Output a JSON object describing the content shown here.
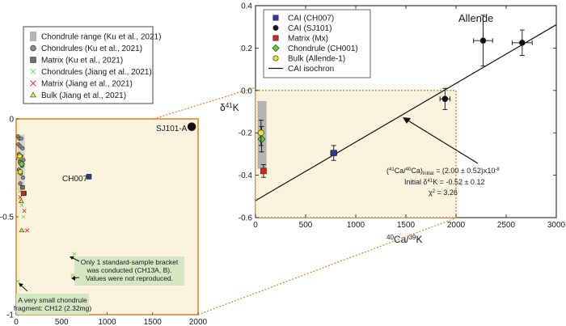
{
  "chart_data": [
    {
      "type": "scatter",
      "title": "Allende",
      "xlabel_base": "Ca/",
      "xlabel_sup1": "40",
      "xlabel_sup2": "39",
      "xlabel_end": "K",
      "ylabel_sup": "41",
      "ylabel_main": "δ",
      "ylabel_end": "K",
      "xlim": [
        0,
        3000
      ],
      "ylim": [
        -0.6,
        0.4
      ],
      "xticks": [
        0,
        500,
        1000,
        1500,
        2000,
        2500,
        3000
      ],
      "yticks": [
        -0.6,
        -0.4,
        -0.2,
        0.0,
        0.2,
        0.4
      ],
      "xtick_labels": [
        "0",
        "500",
        "1000",
        "1500",
        "2000",
        "2500",
        "3000"
      ],
      "ytick_labels": [
        "-0.6",
        "-0.4",
        "-0.2",
        "0.0",
        "0.2",
        "0.4"
      ],
      "legend": [
        {
          "label": "CAI (CH007)",
          "marker": "square",
          "color": "#2b3a9e"
        },
        {
          "label": "CAI (SJ101)",
          "marker": "circle",
          "color": "#111111"
        },
        {
          "label": "Matrix (Mx)",
          "marker": "square",
          "color": "#d0281f"
        },
        {
          "label": "Chondrule (CH001)",
          "marker": "diamond",
          "color": "#5fcf3a"
        },
        {
          "label": "Bulk (Allende-1)",
          "marker": "circle",
          "color": "#e8e82a"
        },
        {
          "label": "CAI isochron",
          "marker": "line",
          "color": "#111111"
        }
      ],
      "series": [
        {
          "name": "CAI (CH007)",
          "points": [
            {
              "x": 780,
              "y": -0.295,
              "xerr": 30,
              "yerr": 0.035
            }
          ]
        },
        {
          "name": "CAI (SJ101)",
          "points": [
            {
              "x": 1890,
              "y": -0.04,
              "xerr": 50,
              "yerr": 0.05
            },
            {
              "x": 2270,
              "y": 0.235,
              "xerr": 95,
              "yerr": 0.12
            },
            {
              "x": 2660,
              "y": 0.225,
              "xerr": 100,
              "yerr": 0.06
            }
          ]
        },
        {
          "name": "Matrix (Mx)",
          "points": [
            {
              "x": 80,
              "y": -0.38,
              "xerr": 25,
              "yerr": 0.03
            }
          ]
        },
        {
          "name": "Chondrule (CH001)",
          "points": [
            {
              "x": 60,
              "y": -0.23,
              "xerr": 15,
              "yerr": 0.06
            }
          ]
        },
        {
          "name": "Bulk (Allende-1)",
          "points": [
            {
              "x": 55,
              "y": -0.2,
              "xerr": 10,
              "yerr": 0.06
            }
          ]
        }
      ],
      "isochron": {
        "x": [
          0,
          3000
        ],
        "y": [
          -0.52,
          0.31
        ]
      },
      "chondrule_range": {
        "x": [
          20,
          110
        ],
        "y": [
          -0.37,
          -0.05
        ]
      },
      "inset_box": {
        "x": [
          0,
          2000
        ],
        "y": [
          -0.6,
          0.0
        ]
      },
      "annotation_lines": [
        "(",
        "41",
        "Ca/",
        "40",
        "Ca)",
        "initial",
        " = (2.00 ± 0.52)x10",
        "-8"
      ],
      "annotation_line2_a": "Initial δ",
      "annotation_line2_sup": "41",
      "annotation_line2_b": "K = -0.52 ± 0.12",
      "annotation_line3": "χ",
      "annotation_line3_sup": "2",
      "annotation_line3_b": " = 3.26"
    },
    {
      "type": "scatter",
      "title": "",
      "xlim": [
        0,
        2000
      ],
      "ylim": [
        -1,
        0
      ],
      "xticks": [
        0,
        500,
        1000,
        1500,
        2000
      ],
      "yticks": [
        -1,
        -0.5,
        0
      ],
      "xtick_labels": [
        "0",
        "500",
        "1000",
        "1500",
        "2000"
      ],
      "ytick_labels": [
        "-1",
        "-0.5",
        "0"
      ],
      "legend": [
        {
          "label": "Chondrule range (Ku et al., 2021)",
          "marker": "range",
          "color": "#b5b5b5"
        },
        {
          "label": "Chondrules (Ku et al., 2021)",
          "marker": "circle",
          "color": "#8a8a8a"
        },
        {
          "label": "Matrix (Ku et al., 2021)",
          "marker": "square",
          "color": "#6e6e6e"
        },
        {
          "label": "Chondrules (Jiang et al., 2021)",
          "marker": "x",
          "color": "#7ed957"
        },
        {
          "label": "Matrix (Jiang et al., 2021)",
          "marker": "x",
          "color": "#e03a3a"
        },
        {
          "label": "Bulk (Jiang et al., 2021)",
          "marker": "triangle",
          "color": "#e8e82a"
        }
      ],
      "labels": {
        "sj101": "SJ101-A",
        "ch007": "CH007"
      },
      "notes": {
        "a": [
          "Only 1 standard-sample bracket",
          "was conducted (CH13A, B).",
          "Values were not reproduced."
        ],
        "b": [
          "A very small chondrule",
          "fragment: CH12 (2.32mg)"
        ]
      },
      "points": {
        "sj101": {
          "x": 1930,
          "y": -0.04
        },
        "ch007": {
          "x": 800,
          "y": -0.295
        },
        "ku_chondrules": [
          {
            "x": 20,
            "y": -0.09
          },
          {
            "x": 35,
            "y": -0.1
          },
          {
            "x": 55,
            "y": -0.1
          },
          {
            "x": 25,
            "y": -0.13
          },
          {
            "x": 45,
            "y": -0.14
          },
          {
            "x": 70,
            "y": -0.15
          },
          {
            "x": 30,
            "y": -0.18
          },
          {
            "x": 55,
            "y": -0.19
          },
          {
            "x": 80,
            "y": -0.21
          },
          {
            "x": 40,
            "y": -0.22
          },
          {
            "x": 65,
            "y": -0.24
          },
          {
            "x": 30,
            "y": -0.26
          },
          {
            "x": 50,
            "y": -0.28
          },
          {
            "x": 75,
            "y": -0.3
          },
          {
            "x": 45,
            "y": -0.33
          }
        ],
        "ku_matrix": [
          {
            "x": 70,
            "y": -0.35
          },
          {
            "x": 90,
            "y": -0.38
          }
        ],
        "jiang_chondrules": [
          {
            "x": 20,
            "y": -0.28
          },
          {
            "x": 40,
            "y": -0.37
          },
          {
            "x": 60,
            "y": -0.44
          },
          {
            "x": 80,
            "y": -0.5
          },
          {
            "x": 640,
            "y": -0.69
          },
          {
            "x": 620,
            "y": -0.8
          },
          {
            "x": 20,
            "y": -0.83
          }
        ],
        "jiang_matrix": [
          {
            "x": 45,
            "y": -0.4
          },
          {
            "x": 90,
            "y": -0.47
          },
          {
            "x": 120,
            "y": -0.57
          }
        ],
        "jiang_bulk": [
          {
            "x": 25,
            "y": -0.2
          },
          {
            "x": 55,
            "y": -0.42
          },
          {
            "x": 60,
            "y": -0.57
          }
        ],
        "allende_cluster": [
          {
            "x": 40,
            "y": -0.19,
            "marker": "circle",
            "color": "#e8e82a"
          },
          {
            "x": 60,
            "y": -0.23,
            "marker": "diamond",
            "color": "#5fcf3a"
          },
          {
            "x": 45,
            "y": -0.27,
            "marker": "circle",
            "color": "#e8e82a"
          },
          {
            "x": 80,
            "y": -0.38,
            "marker": "square",
            "color": "#d0281f"
          }
        ]
      },
      "chondrule_range": {
        "x": [
          15,
          95
        ],
        "y": [
          -0.36,
          -0.08
        ]
      }
    }
  ]
}
